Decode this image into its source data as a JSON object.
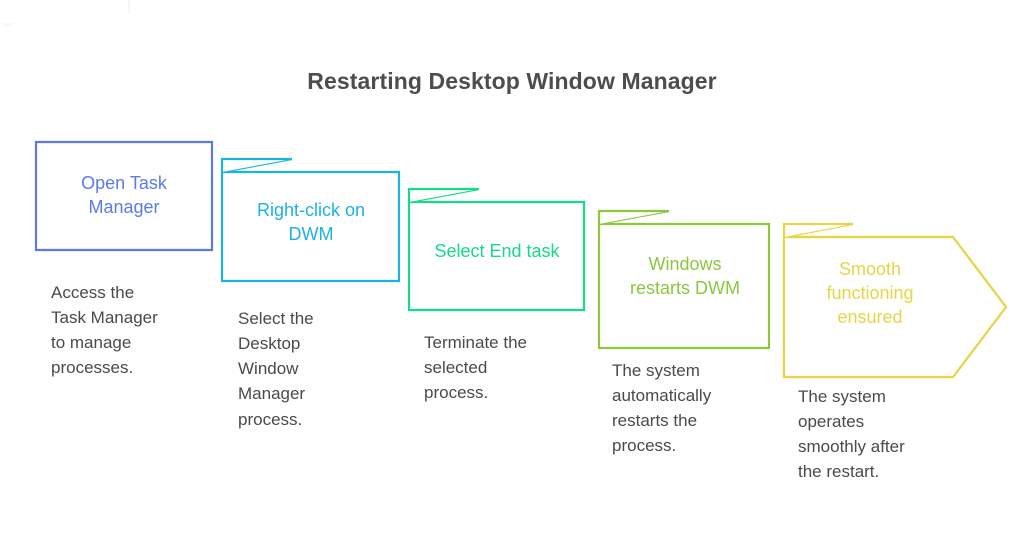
{
  "title": "Restarting Desktop Window Manager",
  "colors": {
    "title": "#4d4d4d",
    "description": "#4a4a4a",
    "background": "#ffffff",
    "step1": "#5b7be8",
    "step2": "#1cb3e0",
    "step3": "#16d989",
    "step4": "#8dc63f",
    "step5": "#e8d547"
  },
  "steps": [
    {
      "index": "1",
      "label": "Open Task\nManager",
      "description": "Access the\nTask Manager\nto manage\nprocesses.",
      "color": "#5b7be8"
    },
    {
      "index": "2",
      "label": "Right-click on\nDWM",
      "description": "Select the\nDesktop\nWindow\nManager\nprocess.",
      "color": "#1cb3e0"
    },
    {
      "index": "3",
      "label": "Select End task",
      "description": "Terminate the\nselected\nprocess.",
      "color": "#16d989"
    },
    {
      "index": "4",
      "label": "Windows\nrestarts DWM",
      "description": "The system\nautomatically\nrestarts the\nprocess.",
      "color": "#8dc63f"
    },
    {
      "index": "5",
      "label": "Smooth\nfunctioning\nensured",
      "description": "The system\noperates\nsmoothly after\nthe restart.",
      "color": "#e8d547"
    }
  ],
  "chart_data": {
    "type": "diagram",
    "diagram_type": "process-flow-chevron",
    "title": "Restarting Desktop Window Manager",
    "orientation": "horizontal-descending",
    "step_count": 5,
    "categories": [
      "Open Task Manager",
      "Right-click on DWM",
      "Select End task",
      "Windows restarts DWM",
      "Smooth functioning ensured"
    ],
    "series": [
      {
        "name": "descriptions",
        "values": [
          "Access the Task Manager to manage processes.",
          "Select the Desktop Window Manager process.",
          "Terminate the selected process.",
          "The system automatically restarts the process.",
          "The system operates smoothly after the restart."
        ]
      },
      {
        "name": "colors",
        "values": [
          "#5b7be8",
          "#1cb3e0",
          "#16d989",
          "#8dc63f",
          "#e8d547"
        ]
      }
    ],
    "legend": "none",
    "grid": false
  }
}
